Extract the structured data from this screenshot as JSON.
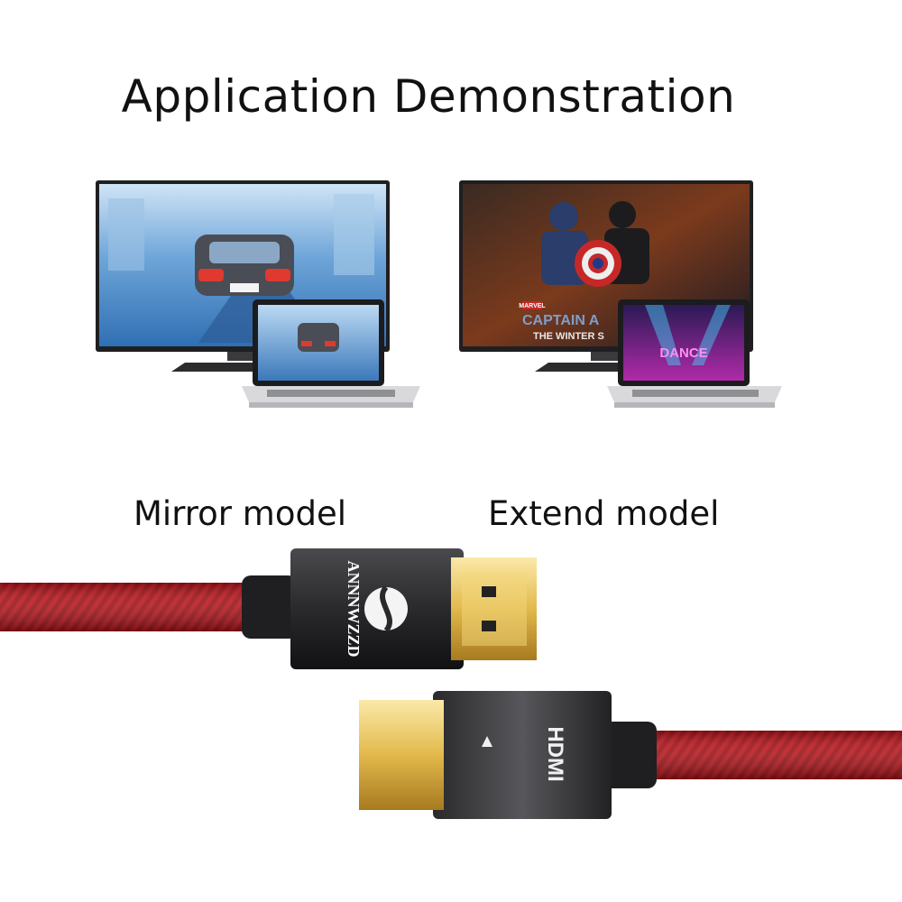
{
  "heading": "Application Demonstration",
  "modes": {
    "mirror_label": "Mirror model",
    "extend_label": "Extend model"
  },
  "extend_scene": {
    "poster_brand": "MARVEL",
    "poster_title": "CAPTAIN A",
    "poster_subtitle": "THE WINTER S",
    "laptop_sign": "DANCE"
  },
  "connectors": {
    "brand_on_plug": "ANNNWZZD",
    "port_logo": "HDMI"
  },
  "colors": {
    "cable": "#b8151b",
    "connector_shell": "#2a2a2c",
    "gold": "#e2b94c"
  }
}
